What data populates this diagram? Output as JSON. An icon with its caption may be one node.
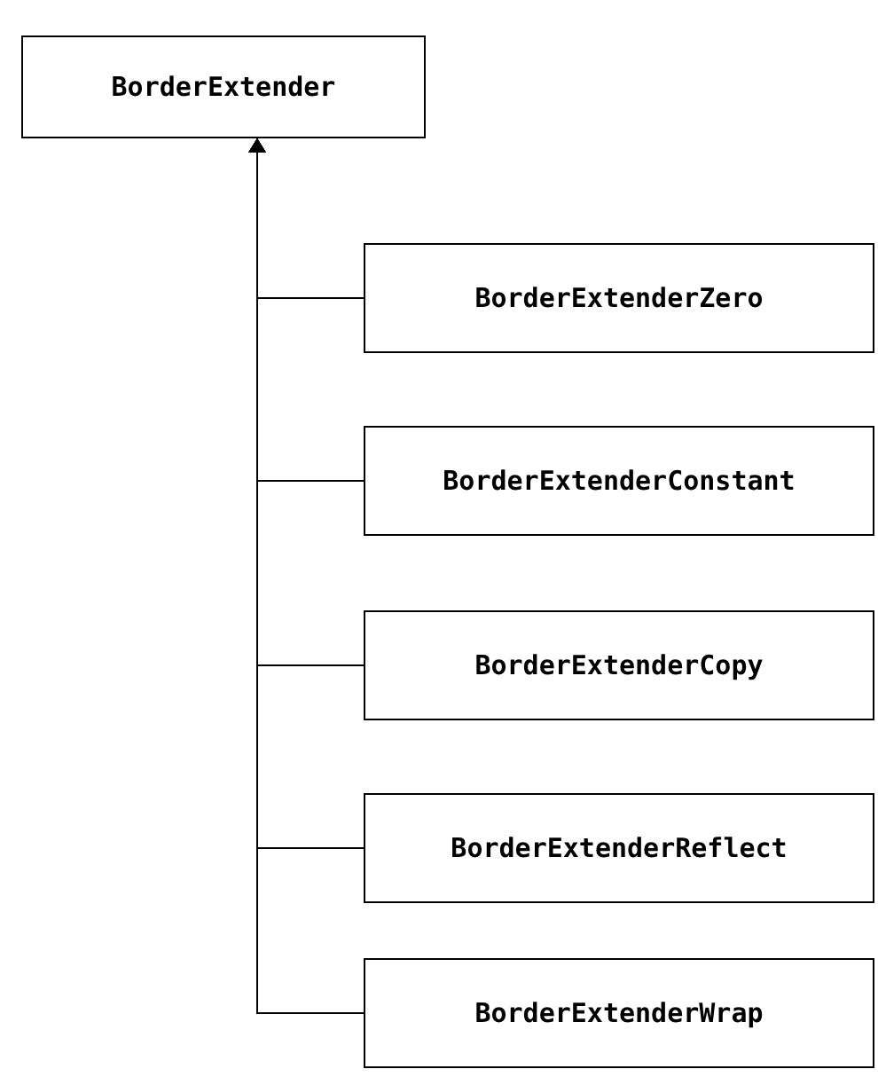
{
  "diagram": {
    "nodes": [
      {
        "text": [
          "BorderExtender"
        ]
      },
      {
        "text": [
          "BorderExtenderZero"
        ]
      },
      {
        "text": [
          "BorderExtenderConstant"
        ]
      },
      {
        "text": [
          "BorderExtenderCopy"
        ]
      },
      {
        "text": [
          "BorderExtenderReflect"
        ]
      },
      {
        "text": [
          "BorderExtenderWrap"
        ]
      }
    ],
    "edges": [
      {
        "from": 1,
        "to": 0,
        "arrow": "to"
      },
      {
        "from": 2,
        "to": 0,
        "arrow": "to"
      },
      {
        "from": 3,
        "to": 0,
        "arrow": "to"
      },
      {
        "from": 4,
        "to": 0,
        "arrow": "to"
      },
      {
        "from": 5,
        "to": 0,
        "arrow": "to"
      }
    ]
  }
}
